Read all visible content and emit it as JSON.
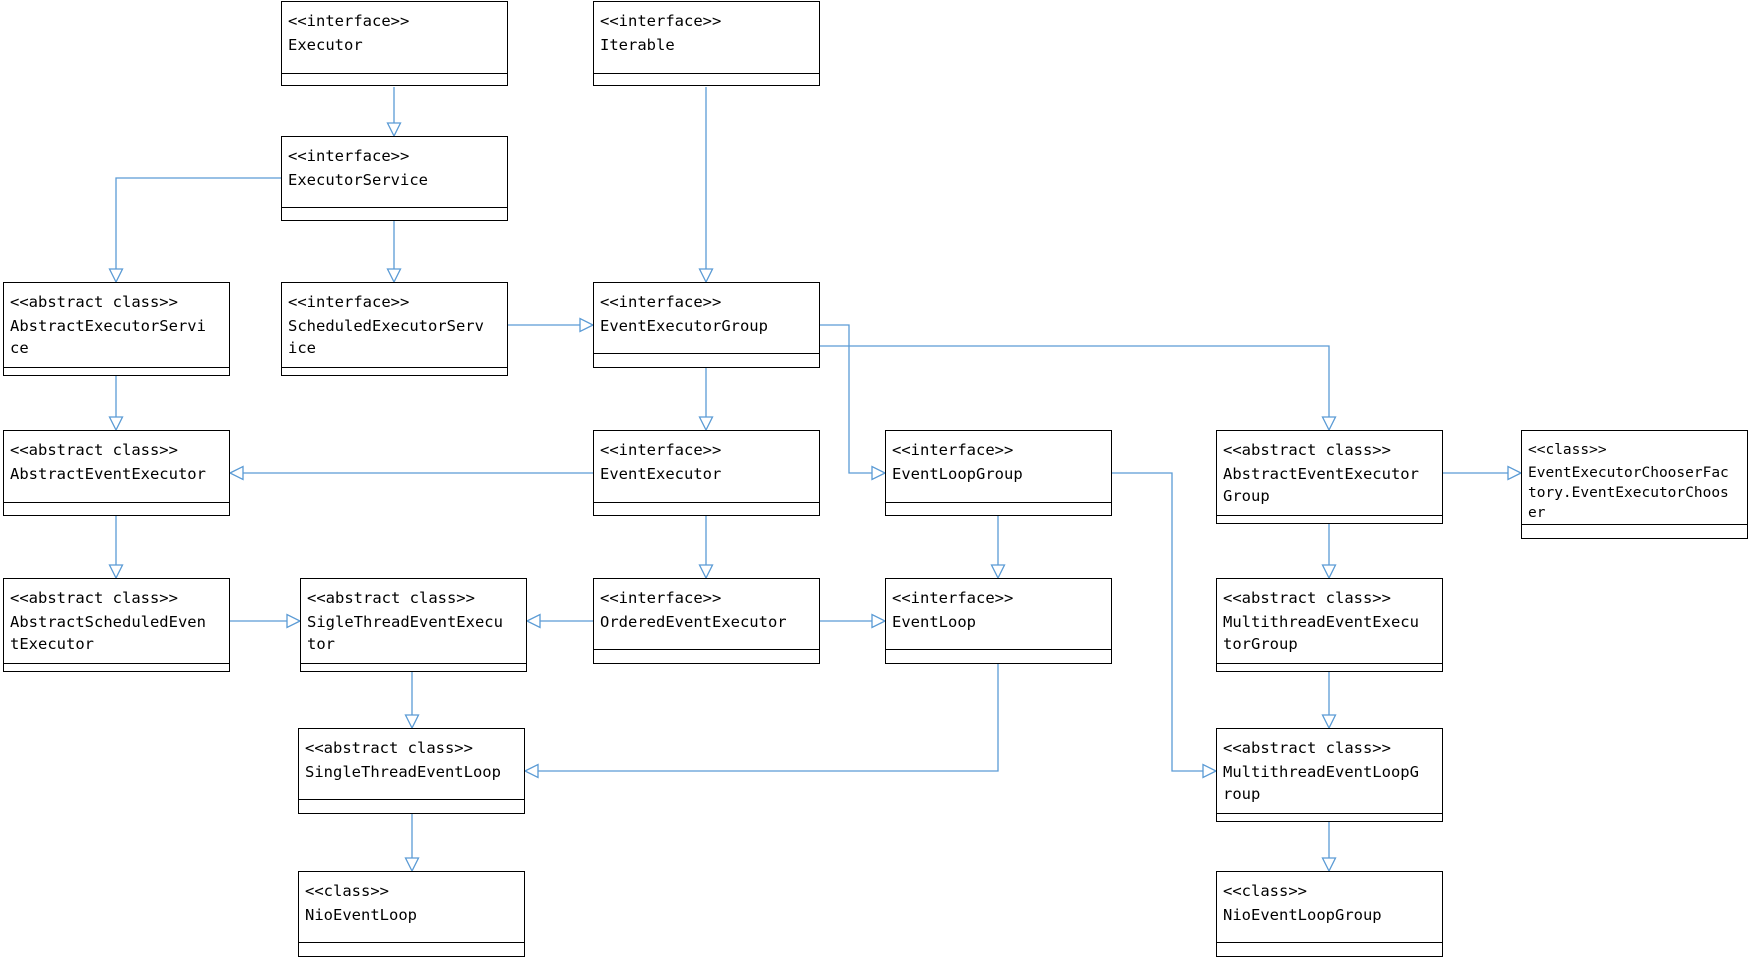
{
  "nodes": {
    "executor": {
      "stereotype": "<<interface>>",
      "name": "Executor"
    },
    "iterable": {
      "stereotype": "<<interface>>",
      "name": "Iterable"
    },
    "executor_service": {
      "stereotype": "<<interface>>",
      "name": "ExecutorService"
    },
    "abstract_executor_service": {
      "stereotype": "<<abstract class>>",
      "name": "AbstractExecutorServi\nce"
    },
    "scheduled_executor_service": {
      "stereotype": "<<interface>>",
      "name": "ScheduledExecutorServ\nice"
    },
    "event_executor_group": {
      "stereotype": "<<interface>>",
      "name": "EventExecutorGroup"
    },
    "abstract_event_executor": {
      "stereotype": "<<abstract class>>",
      "name": "AbstractEventExecutor"
    },
    "event_executor": {
      "stereotype": "<<interface>>",
      "name": "EventExecutor"
    },
    "event_loop_group": {
      "stereotype": "<<interface>>",
      "name": "EventLoopGroup"
    },
    "abstract_event_executor_group": {
      "stereotype": "<<abstract class>>",
      "name": "AbstractEventExecutor\nGroup"
    },
    "event_executor_chooser": {
      "stereotype": "<<class>>",
      "name": "EventExecutorChooserFac\ntory.EventExecutorChoos\ner"
    },
    "abstract_scheduled_event_executor": {
      "stereotype": "<<abstract class>>",
      "name": "AbstractScheduledEven\ntExecutor"
    },
    "single_thread_event_executor": {
      "stereotype": "<<abstract class>>",
      "name": "SigleThreadEventExecu\ntor"
    },
    "ordered_event_executor": {
      "stereotype": "<<interface>>",
      "name": "OrderedEventExecutor"
    },
    "event_loop": {
      "stereotype": "<<interface>>",
      "name": "EventLoop"
    },
    "multithread_event_executor_group": {
      "stereotype": "<<abstract class>>",
      "name": "MultithreadEventExecu\ntorGroup"
    },
    "single_thread_event_loop": {
      "stereotype": "<<abstract class>>",
      "name": "SingleThreadEventLoop"
    },
    "multithread_event_loop_group": {
      "stereotype": "<<abstract class>>",
      "name": "MultithreadEventLoopG\nroup"
    },
    "nio_event_loop": {
      "stereotype": "<<class>>",
      "name": "NioEventLoop"
    },
    "nio_event_loop_group": {
      "stereotype": "<<class>>",
      "name": "NioEventLoopGroup"
    }
  },
  "edges": [
    {
      "from": "executor_service",
      "to": "executor"
    },
    {
      "from": "abstract_executor_service",
      "to": "executor_service"
    },
    {
      "from": "scheduled_executor_service",
      "to": "executor_service"
    },
    {
      "from": "event_executor_group",
      "to": "iterable"
    },
    {
      "from": "event_executor_group",
      "to": "scheduled_executor_service"
    },
    {
      "from": "abstract_event_executor",
      "to": "abstract_executor_service"
    },
    {
      "from": "event_executor",
      "to": "event_executor_group"
    },
    {
      "from": "abstract_event_executor",
      "to": "event_executor"
    },
    {
      "from": "event_loop_group",
      "to": "event_executor_group"
    },
    {
      "from": "abstract_event_executor_group",
      "to": "event_executor_group"
    },
    {
      "from": "abstract_event_executor_group",
      "to": "event_executor_chooser"
    },
    {
      "from": "abstract_scheduled_event_executor",
      "to": "abstract_event_executor"
    },
    {
      "from": "ordered_event_executor",
      "to": "event_executor"
    },
    {
      "from": "event_loop",
      "to": "event_loop_group"
    },
    {
      "from": "abstract_scheduled_event_executor",
      "to": "single_thread_event_executor"
    },
    {
      "from": "ordered_event_executor",
      "to": "single_thread_event_executor"
    },
    {
      "from": "ordered_event_executor",
      "to": "event_loop"
    },
    {
      "from": "multithread_event_executor_group",
      "to": "abstract_event_executor_group"
    },
    {
      "from": "single_thread_event_executor",
      "to": "single_thread_event_loop"
    },
    {
      "from": "event_loop",
      "to": "single_thread_event_loop"
    },
    {
      "from": "multithread_event_executor_group",
      "to": "multithread_event_loop_group"
    },
    {
      "from": "event_loop_group",
      "to": "multithread_event_loop_group"
    },
    {
      "from": "single_thread_event_loop",
      "to": "nio_event_loop"
    },
    {
      "from": "multithread_event_loop_group",
      "to": "nio_event_loop_group"
    }
  ],
  "colors": {
    "edge": "#5b9bd5",
    "box_border": "#000000",
    "text": "#000000",
    "background": "#ffffff"
  }
}
